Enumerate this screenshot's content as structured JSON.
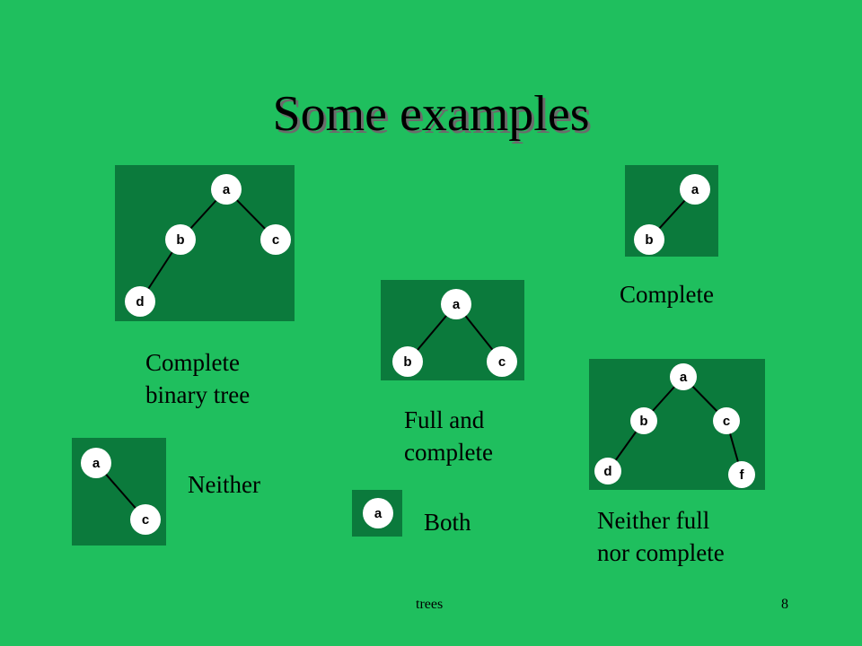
{
  "slide": {
    "title": "Some examples",
    "footer_center": "trees",
    "page_number": "8",
    "background_color": "#1fbf5e",
    "panel_color": "#0b7a3c"
  },
  "examples": [
    {
      "id": "complete-binary-tree",
      "caption_line1": "Complete",
      "caption_line2": "binary tree",
      "nodes": [
        "a",
        "b",
        "c",
        "d"
      ]
    },
    {
      "id": "complete",
      "caption_line1": "Complete",
      "nodes": [
        "a",
        "b"
      ]
    },
    {
      "id": "full-and-complete",
      "caption_line1": "Full and",
      "caption_line2": "complete",
      "nodes": [
        "a",
        "b",
        "c"
      ]
    },
    {
      "id": "neither-full-nor-complete",
      "caption_line1": "Neither full",
      "caption_line2": "nor complete",
      "nodes": [
        "a",
        "b",
        "c",
        "d",
        "f"
      ]
    },
    {
      "id": "neither",
      "caption_line1": "Neither",
      "nodes": [
        "a",
        "c"
      ]
    },
    {
      "id": "both",
      "caption_line1": "Both",
      "nodes": [
        "a"
      ]
    }
  ]
}
